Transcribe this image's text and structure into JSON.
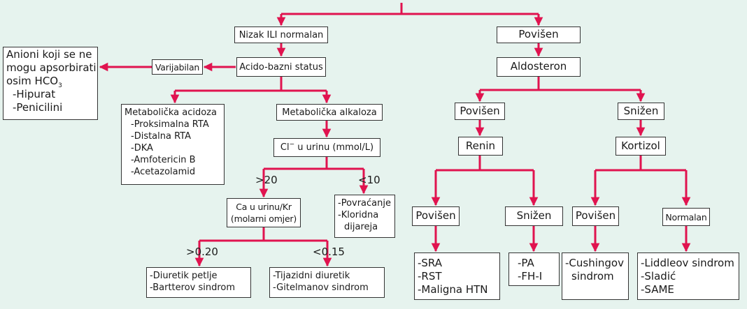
{
  "colors": {
    "background": "#e6f3ee",
    "arrow": "#e0134f",
    "box_border": "#333333"
  },
  "nodes": {
    "nizak": "Nizak ILI normalan",
    "povisen_top": "Povišen",
    "acido": "Acido-bazni status",
    "varijabilan": "Varijabilan",
    "anioni": {
      "l1": "Anioni koji se ne",
      "l2": "mogu apsorbirati",
      "l3_prefix": "osim HCO",
      "l3_sub": "3",
      "l4": "-Hipurat",
      "l5": "-Penicilini"
    },
    "met_acidoza": {
      "title": "Metabolička acidoza",
      "items": [
        "-Proksimalna RTA",
        "-Distalna RTA",
        "-DKA",
        "-Amfotericin B",
        "-Acetazolamid"
      ]
    },
    "met_alkaloza": "Metabolička alkaloza",
    "cl_urin": {
      "prefix": "Cl",
      "sup": "−",
      "rest": " u urinu (mmol/L)"
    },
    "ca_urin": {
      "l1": "Ca u urinu/Kr",
      "l2": "(molarni omjer)"
    },
    "povracanje": {
      "l1": "-Povraćanje",
      "l2": "-Kloridna",
      "l3": "dijareja"
    },
    "diuretik_petlje": {
      "l1": "-Diuretik petlje",
      "l2": "-Bartterov sindrom"
    },
    "tijazidni": {
      "l1": "-Tijazidni diuretik",
      "l2": "-Gitelmanov sindrom"
    },
    "aldosteron": "Aldosteron",
    "povisen_mid": "Povišen",
    "snizen_mid": "Snižen",
    "renin": "Renin",
    "kortizol": "Kortizol",
    "povisen_renin": "Povišen",
    "snizen_renin": "Snižen",
    "povisen_kort": "Povišen",
    "normalan": "Normalan",
    "sra": {
      "l1": "-SRA",
      "l2": "-RST",
      "l3": "-Maligna HTN"
    },
    "pa": {
      "l1": "-PA",
      "l2": "-FH-I"
    },
    "cushing": {
      "l1": "-Cushingov",
      "l2": "sindrom"
    },
    "liddle": {
      "l1": "-Liddleov sindrom",
      "l2": "-Sladić",
      "l3": "-SAME"
    }
  },
  "labels": {
    "gt20": ">20",
    "lt10": "<10",
    "gt020": ">0.20",
    "lt015": "<0.15"
  }
}
